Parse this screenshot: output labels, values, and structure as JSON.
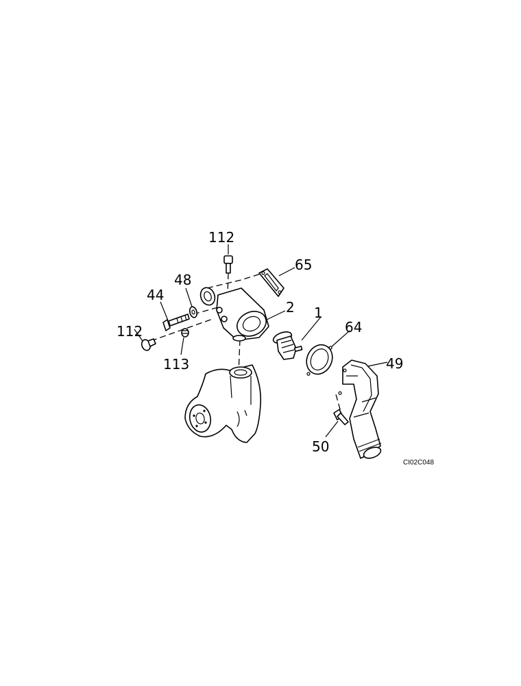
{
  "callouts": {
    "p112_top": "112",
    "p65": "65",
    "p48": "48",
    "p44": "44",
    "p2": "2",
    "p1": "1",
    "p64": "64",
    "p112_left": "112",
    "p113": "113",
    "p49": "49",
    "p50": "50"
  },
  "figure_code": "CI02C048"
}
